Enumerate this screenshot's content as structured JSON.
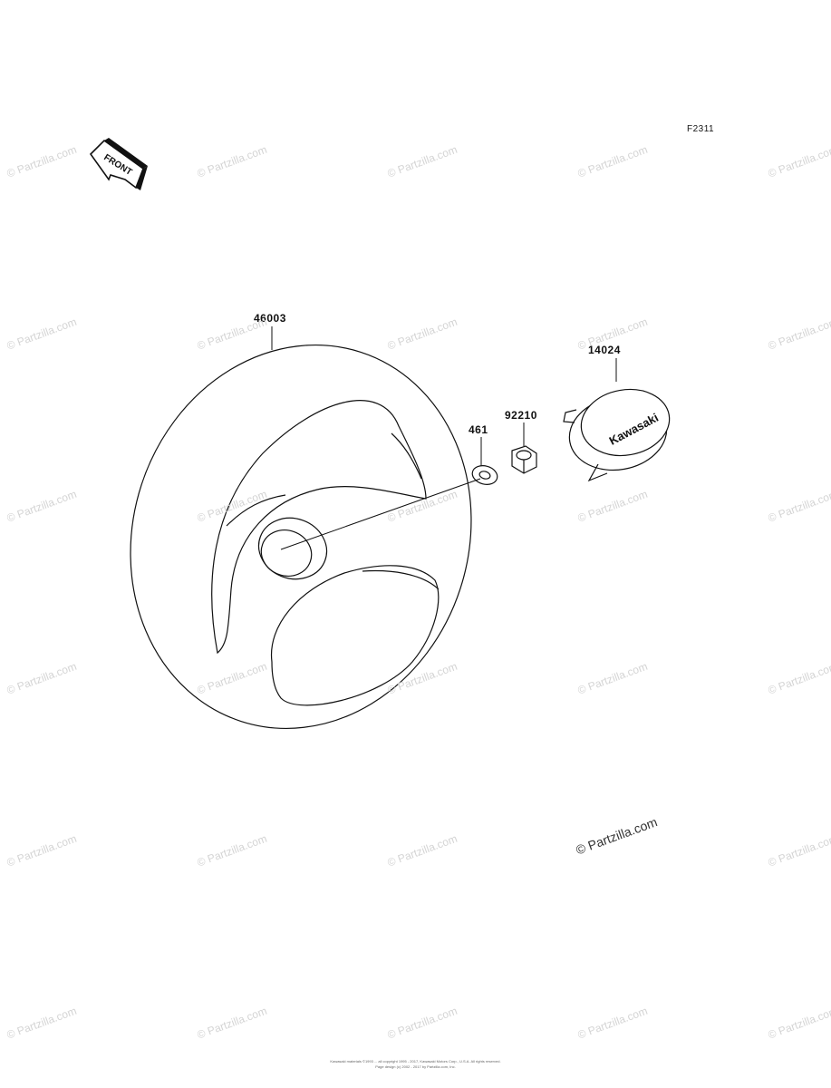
{
  "figure_id": "F2311",
  "front_label": "FRONT",
  "parts": {
    "steering_wheel": "46003",
    "cap": "14024",
    "nut": "92210",
    "washer": "461"
  },
  "cap_logo": "Kawasaki",
  "watermark": "© Partzilla.com",
  "footer": {
    "line1": "Kawasaki materials ©1993 ... all copyright 1995 - 2017, Kawasaki Motors Corp., U.S.A. All rights reserved.",
    "line2": "Page design (c) 2002 - 2017 by Partzilla.com, Inc."
  }
}
